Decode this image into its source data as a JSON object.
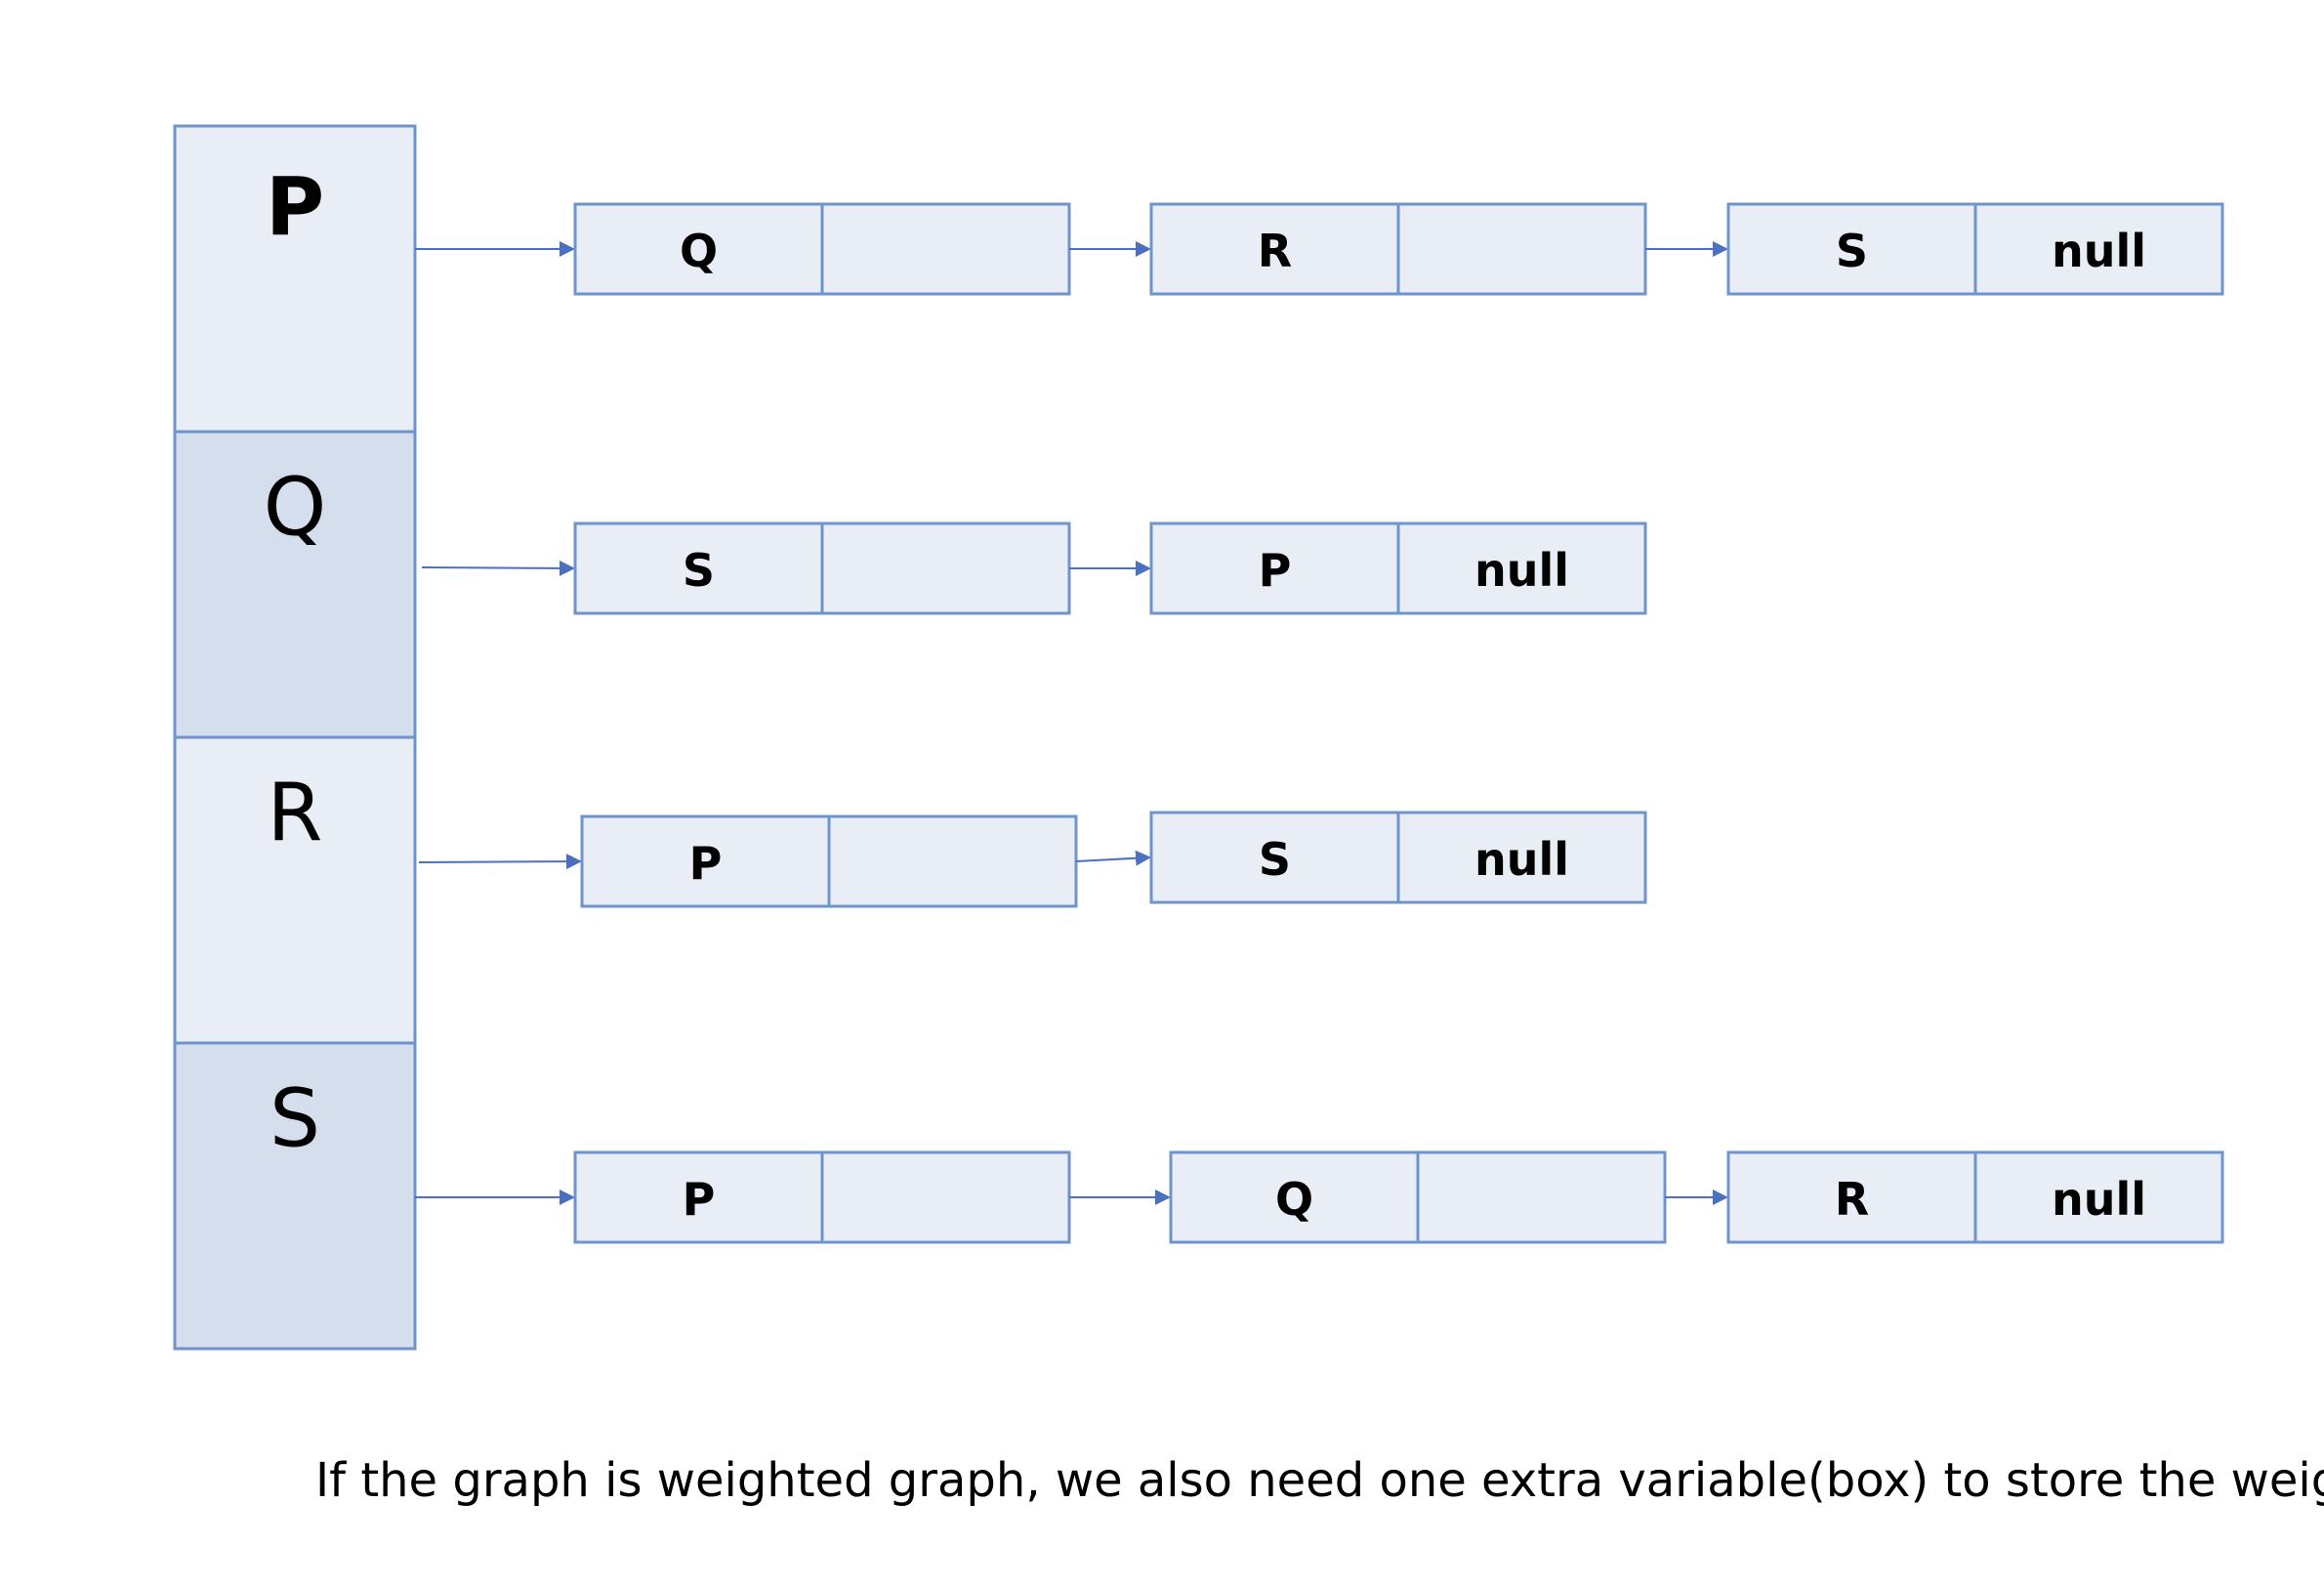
{
  "colors": {
    "cell_light": "#e9eef6",
    "cell_dark": "#d5deec",
    "stroke": "#6f94cc",
    "arrow": "#4a70bf",
    "text": "#000000"
  },
  "vertices": [
    {
      "label": "P",
      "bold": true,
      "shade": "light"
    },
    {
      "label": "Q",
      "bold": false,
      "shade": "dark"
    },
    {
      "label": "R",
      "bold": false,
      "shade": "light"
    },
    {
      "label": "S",
      "bold": false,
      "shade": "dark"
    }
  ],
  "adjacency_lists": [
    {
      "vertex": "P",
      "nodes": [
        {
          "value": "Q",
          "next": ""
        },
        {
          "value": "R",
          "next": ""
        },
        {
          "value": "S",
          "next": "null"
        }
      ]
    },
    {
      "vertex": "Q",
      "nodes": [
        {
          "value": "S",
          "next": ""
        },
        {
          "value": "P",
          "next": "null"
        }
      ]
    },
    {
      "vertex": "R",
      "nodes": [
        {
          "value": "P",
          "next": ""
        },
        {
          "value": "S",
          "next": "null"
        }
      ]
    },
    {
      "vertex": "S",
      "nodes": [
        {
          "value": "P",
          "next": ""
        },
        {
          "value": "Q",
          "next": ""
        },
        {
          "value": "R",
          "next": "null"
        }
      ]
    }
  ],
  "caption": "If the graph is weighted graph, we also need one extra variable(box) to store the weight."
}
